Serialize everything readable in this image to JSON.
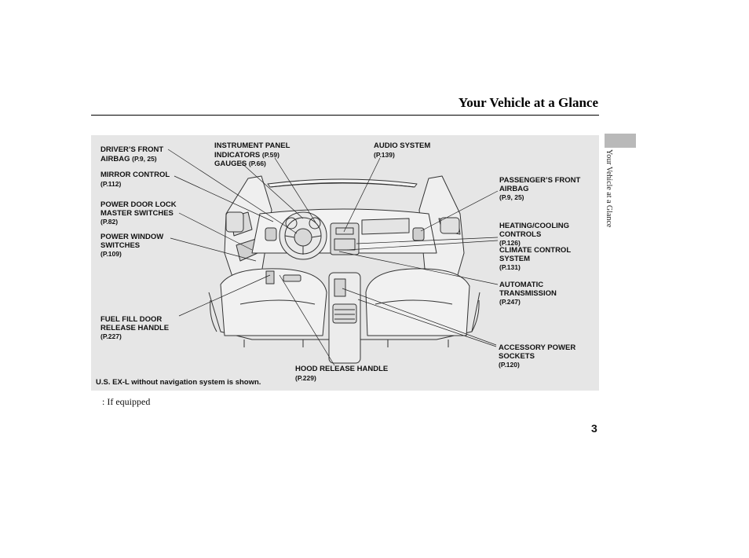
{
  "header": {
    "title": "Your Vehicle at a Glance"
  },
  "side_tab": {
    "label": "Your Vehicle at a Glance"
  },
  "diagram": {
    "callouts": {
      "drivers_front_airbag": {
        "label": "DRIVER’S FRONT AIRBAG",
        "line1": "DRIVER’S FRONT",
        "line2": "AIRBAG",
        "ref": "(P.9, 25)"
      },
      "mirror_control": {
        "label": "MIRROR CONTROL",
        "ref": "(P.112)"
      },
      "power_door_lock": {
        "line1": "POWER DOOR LOCK",
        "line2": "MASTER SWITCHES",
        "ref": "(P.82)"
      },
      "power_window": {
        "line1": "POWER WINDOW",
        "line2": "SWITCHES",
        "ref": "(P.109)"
      },
      "fuel_fill": {
        "line1": "FUEL FILL DOOR",
        "line2": "RELEASE HANDLE",
        "ref": "(P.227)"
      },
      "instrument_panel": {
        "line1": "INSTRUMENT PANEL",
        "line2": "INDICATORS",
        "ref2": "(P.59)",
        "line3": "GAUGES",
        "ref3": "(P.66)"
      },
      "audio_system": {
        "label": "AUDIO SYSTEM",
        "ref": "(P.139)"
      },
      "passengers_front_airbag": {
        "line1": "PASSENGER’S FRONT",
        "line2": "AIRBAG",
        "ref": "(P.9, 25)"
      },
      "heating_cooling": {
        "line1": "HEATING/COOLING",
        "line2": "CONTROLS",
        "ref": "(P.126)"
      },
      "climate_control": {
        "line1": "CLIMATE CONTROL",
        "line2": "SYSTEM",
        "ref": "(P.131)"
      },
      "automatic_transmission": {
        "line1": "AUTOMATIC",
        "line2": "TRANSMISSION",
        "ref": "(P.247)"
      },
      "accessory_power": {
        "line1": "ACCESSORY POWER",
        "line2": "SOCKETS",
        "ref": "(P.120)"
      },
      "hood_release": {
        "label": "HOOD RELEASE HANDLE",
        "ref": "(P.229)"
      }
    },
    "shown_note": "U.S. EX-L without navigation system is shown."
  },
  "footnote": ": If equipped",
  "page_number": "3",
  "colors": {
    "panel_bg": "#e6e6e6",
    "side_tab": "#b9b9b9",
    "line_art": "#333333"
  }
}
